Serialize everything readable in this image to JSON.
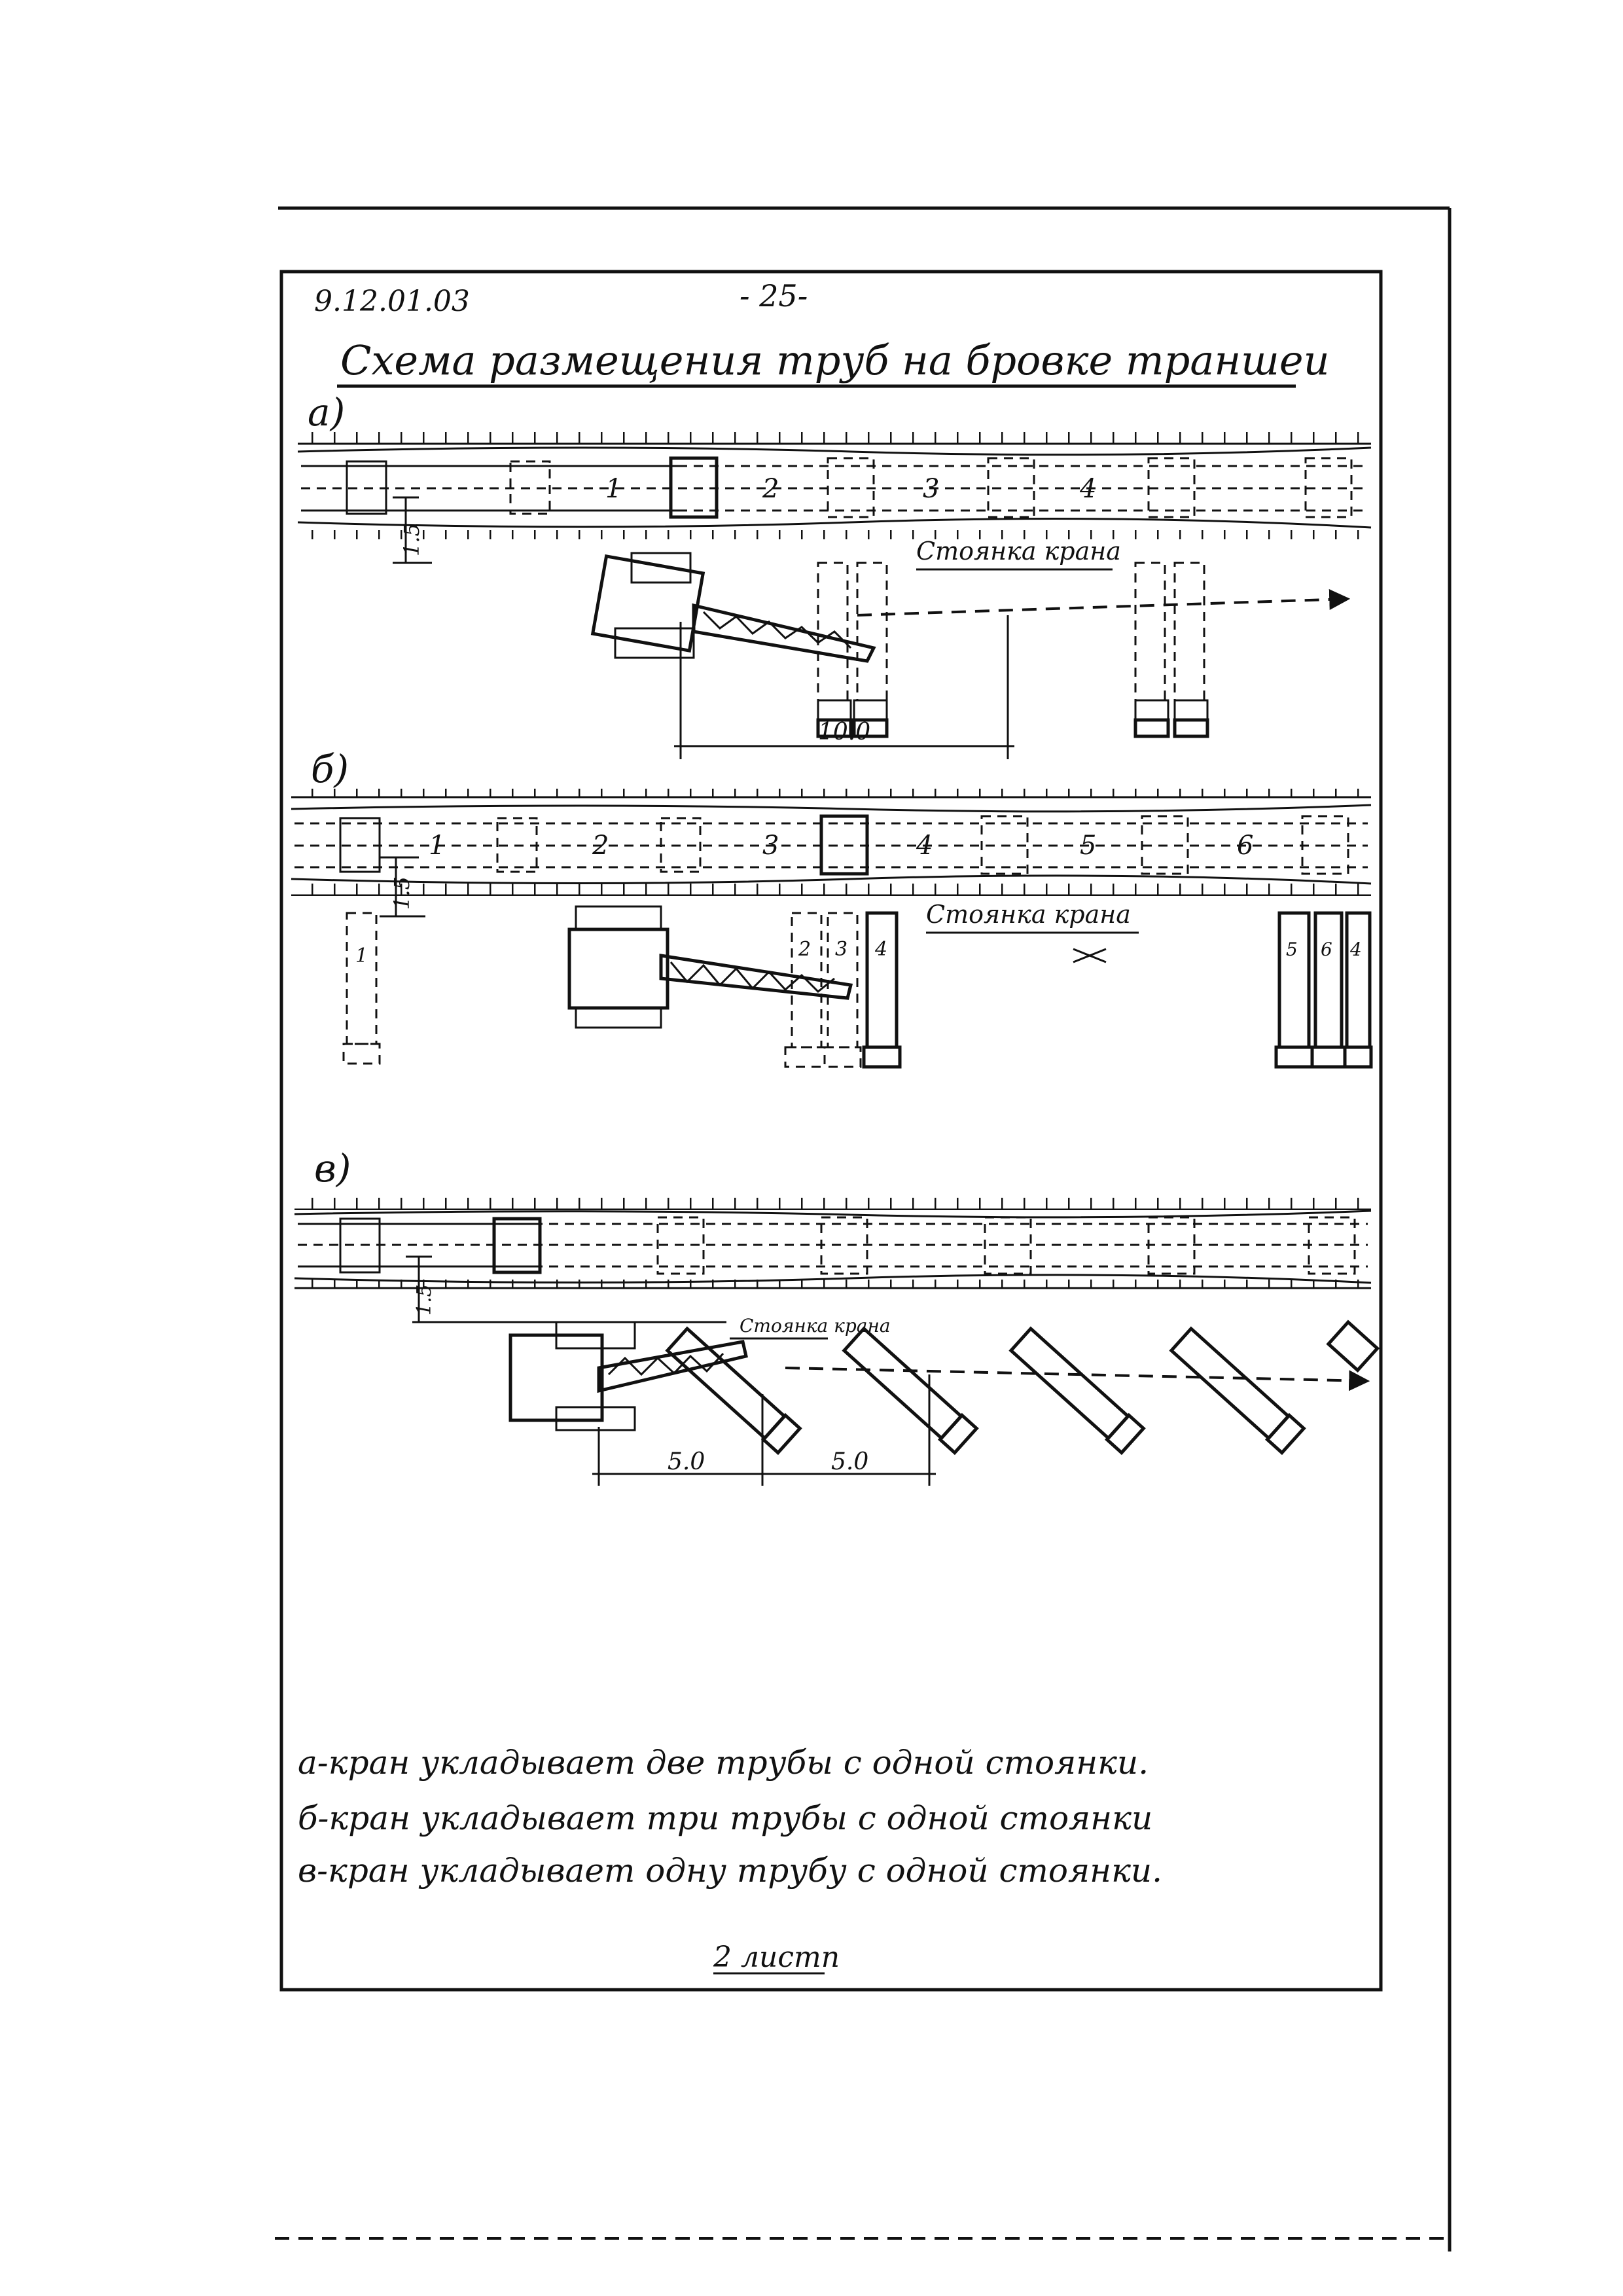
{
  "doc": {
    "code": "9.12.01.03",
    "page_number": "- 25-",
    "title": "Схема размещения труб на бровке траншеи",
    "sheet_note": "2 листп"
  },
  "panels": {
    "a": {
      "letter": "а)",
      "pipe_numbers": [
        "1",
        "2",
        "3",
        "4"
      ],
      "crane_stop_label": "Стоянка крана",
      "offset_dim": "1.5",
      "span_dim": "10.0"
    },
    "b": {
      "letter": "б)",
      "pipe_numbers": [
        "1",
        "2",
        "3",
        "4",
        "5",
        "6"
      ],
      "crane_stop_label": "Стоянка крана",
      "offset_dim": "1.5",
      "laid_pipe_labels": [
        "1",
        "2",
        "3",
        "4",
        "5",
        "6",
        "4"
      ]
    },
    "c": {
      "letter": "в)",
      "crane_stop_label": "Стоянка крана",
      "offset_dim": "1.5",
      "dim_left": "5.0",
      "dim_right": "5.0"
    }
  },
  "legend": [
    "а-кран укладывает две трубы с одной стоянки.",
    "б-кран укладывает три трубы с одной стоянки",
    "в-кран укладывает одну трубу с одной стоянки."
  ]
}
